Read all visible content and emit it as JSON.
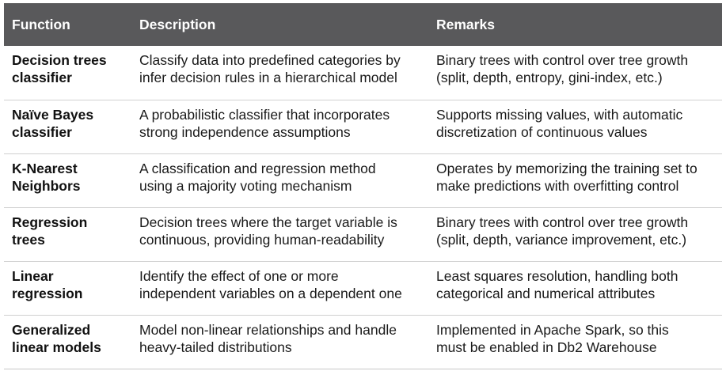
{
  "table": {
    "headers": [
      "Function",
      "Description",
      "Remarks"
    ],
    "rows": [
      {
        "function": "Decision trees\nclassifier",
        "description": "Classify data into predefined categories by\ninfer decision rules in a hierarchical model",
        "remarks": "Binary trees with control over tree growth\n(split, depth, entropy, gini-index, etc.)"
      },
      {
        "function": "Naïve Bayes\nclassifier",
        "description": "A probabilistic classifier that incorporates\nstrong independence assumptions",
        "remarks": "Supports missing values, with automatic\ndiscretization of continuous values"
      },
      {
        "function": "K-Nearest\nNeighbors",
        "description": "A classification and regression method\nusing a majority voting mechanism",
        "remarks": "Operates by memorizing the training set to\nmake predictions with overfitting control"
      },
      {
        "function": "Regression\ntrees",
        "description": "Decision trees where the target variable is\ncontinuous, providing human-readability",
        "remarks": "Binary trees with control over tree growth\n(split, depth, variance improvement, etc.)"
      },
      {
        "function": "Linear\nregression",
        "description": "Identify the effect of one or more\nindependent variables on a dependent one",
        "remarks": "Least squares resolution, handling both\ncategorical and numerical attributes"
      },
      {
        "function": "Generalized\nlinear models",
        "description": "Model non-linear relationships and handle\nheavy-tailed distributions",
        "remarks": "Implemented in Apache Spark, so this\nmust be enabled in Db2 Warehouse"
      }
    ]
  },
  "colors": {
    "header_bg": "#59595b",
    "header_text": "#ffffff",
    "row_divider": "#d0d0d0",
    "body_text": "#1a1a1a"
  }
}
